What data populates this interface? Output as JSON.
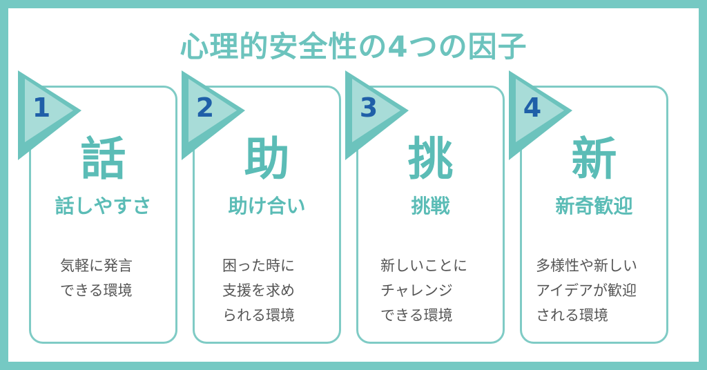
{
  "title": "心理的安全性の4つの因子",
  "colors": {
    "teal_border": "#75c9c3",
    "teal_text": "#5bbcb6",
    "triangle_light": "#a8dcd8",
    "triangle_dark": "#6cc3bd",
    "number_blue": "#1f5fa8",
    "body_text": "#555555"
  },
  "cards": [
    {
      "number": "1",
      "kanji": "話",
      "label": "話しやすさ",
      "desc": [
        "気軽に発言",
        "できる環境"
      ]
    },
    {
      "number": "2",
      "kanji": "助",
      "label": "助け合い",
      "desc": [
        "困った時に",
        "支援を求め",
        "られる環境"
      ]
    },
    {
      "number": "3",
      "kanji": "挑",
      "label": "挑戦",
      "desc": [
        "新しいことに",
        "チャレンジ",
        "できる環境"
      ]
    },
    {
      "number": "4",
      "kanji": "新",
      "label": "新奇歓迎",
      "desc": [
        "多様性や新しい",
        "アイデアが歓迎",
        "される環境"
      ]
    }
  ]
}
